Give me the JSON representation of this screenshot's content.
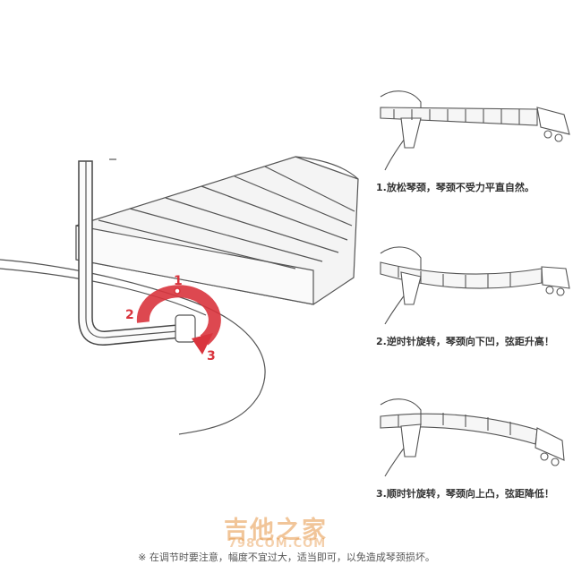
{
  "steps": [
    {
      "number": "1",
      "caption": "1.放松琴颈，琴颈不受力平直自然。"
    },
    {
      "number": "2",
      "caption": "2.逆时针旋转，琴颈向下凹，弦距升高！"
    },
    {
      "number": "3",
      "caption": "3.顺时针旋转，琴颈向上凸，弦距降低！"
    }
  ],
  "rotation_labels": [
    "1",
    "2",
    "3"
  ],
  "footer_note": "※  在调节时要注意，幅度不宜过大，适当即可，以免造成琴颈损坏。",
  "watermark": {
    "name": "吉他之家",
    "site": "798COM.COM"
  },
  "colors": {
    "arrow": "#d9343d",
    "line": "#555555",
    "fretboard": "#f4f4f4"
  }
}
